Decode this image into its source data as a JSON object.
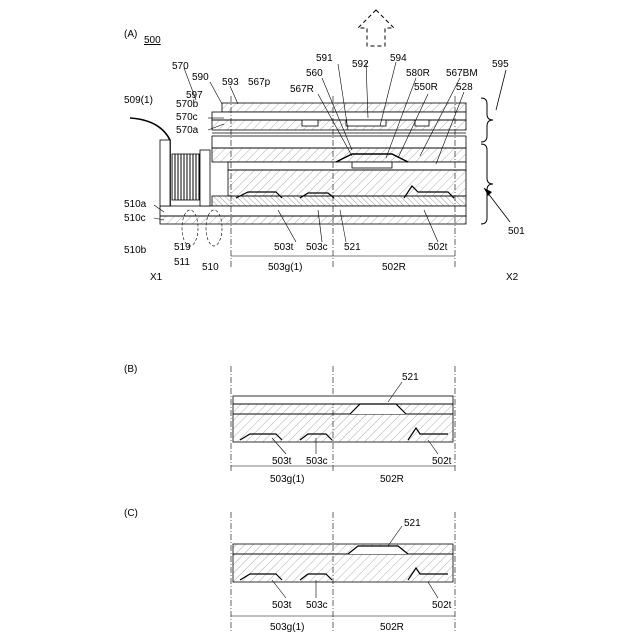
{
  "panels": {
    "a_tag": "(A)",
    "a_ref": "500",
    "b_tag": "(B)",
    "c_tag": "(C)"
  },
  "sides": {
    "left": "X1",
    "right": "X2"
  },
  "labels_a": {
    "l570": "570",
    "l590": "590",
    "l593": "593",
    "l567p": "567p",
    "l591": "591",
    "l592": "592",
    "l594": "594",
    "l595": "595",
    "l560": "560",
    "l580r": "580R",
    "l567bm": "567BM",
    "l567r": "567R",
    "l550r": "550R",
    "l528": "528",
    "l509": "509(1)",
    "l570b": "570b",
    "l597": "597",
    "l570c": "570c",
    "l570a": "570a",
    "l510a": "510a",
    "l510c": "510c",
    "l510b": "510b",
    "l519": "519",
    "l511": "511",
    "l510": "510",
    "l503t": "503t",
    "l503c": "503c",
    "l521": "521",
    "l502t": "502t",
    "l501": "501",
    "l503g": "503g(1)",
    "l502r": "502R"
  },
  "labels_b": {
    "l521": "521",
    "l503t": "503t",
    "l503c": "503c",
    "l502t": "502t",
    "l503g": "503g(1)",
    "l502r": "502R"
  },
  "labels_c": {
    "l521": "521",
    "l503t": "503t",
    "l503c": "503c",
    "l502t": "502t",
    "l503g": "503g(1)",
    "l502r": "502R"
  }
}
